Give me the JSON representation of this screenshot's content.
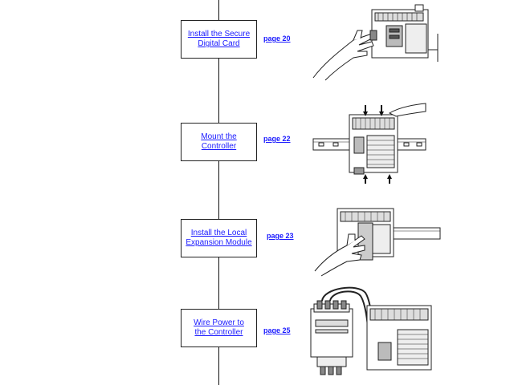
{
  "steps": [
    {
      "label": "Install the Secure\nDigital Card",
      "page_ref": "page 20"
    },
    {
      "label": "Mount the\nController",
      "page_ref": "page 22"
    },
    {
      "label": "Install the Local\nExpansion Module",
      "page_ref": "page 23"
    },
    {
      "label": "Wire Power to\nthe Controller",
      "page_ref": "page 25"
    }
  ],
  "illustration_icons": [
    "hand-inserting-card-illustration",
    "din-rail-mount-illustration",
    "hand-installing-module-illustration",
    "power-supply-wiring-illustration"
  ]
}
